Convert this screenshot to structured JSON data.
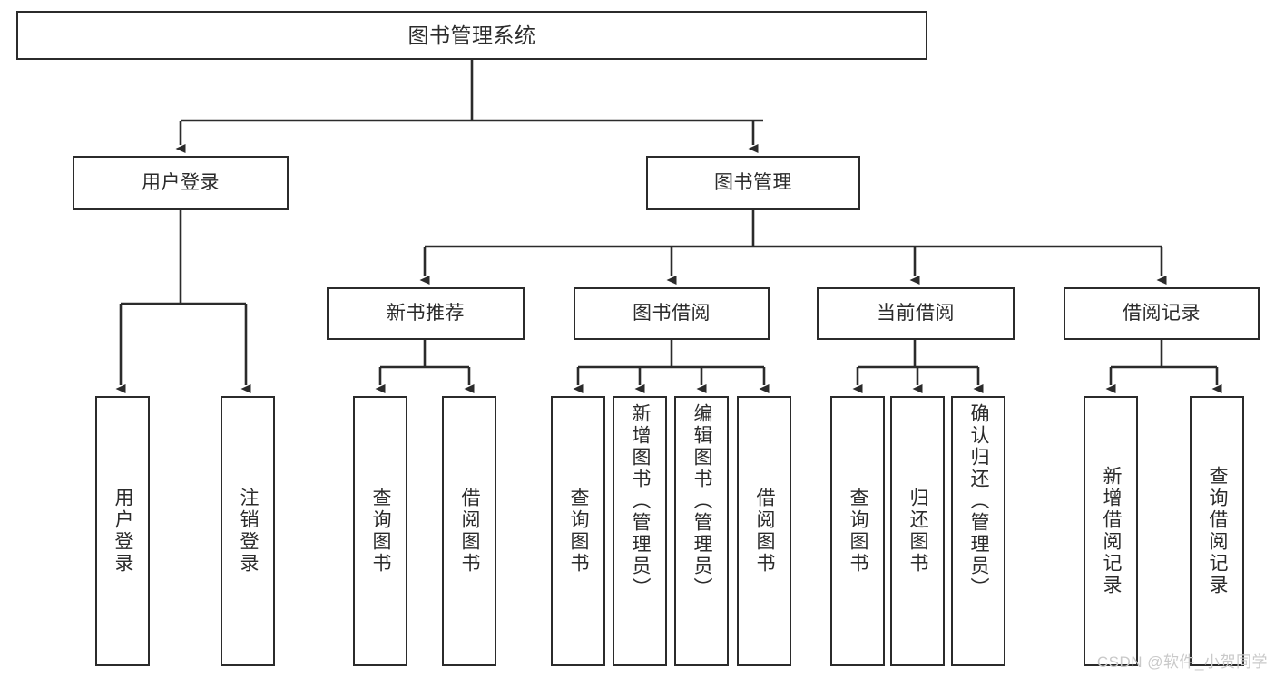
{
  "diagram": {
    "title": "图书管理系统",
    "watermark": "CSDN @软件_小贺同学",
    "colors": {
      "stroke": "#2b2b2b",
      "fill": "#ffffff",
      "text": "#2b2b2b",
      "watermark": "#c9c9c9",
      "background": "#ffffff"
    },
    "root": {
      "label": "图书管理系统"
    },
    "level1": [
      {
        "label": "用户登录"
      },
      {
        "label": "图书管理"
      }
    ],
    "level2": [
      {
        "label": "新书推荐"
      },
      {
        "label": "图书借阅"
      },
      {
        "label": "当前借阅"
      },
      {
        "label": "借阅记录"
      }
    ],
    "leaves": {
      "user_login": [
        {
          "label": "用户登录"
        },
        {
          "label": "注销登录"
        }
      ],
      "new_book_rec": [
        {
          "label": "查询图书"
        },
        {
          "label": "借阅图书"
        }
      ],
      "book_borrow": [
        {
          "label": "查询图书"
        },
        {
          "label": "新增图书（管理员）"
        },
        {
          "label": "编辑图书（管理员）"
        },
        {
          "label": "借阅图书"
        }
      ],
      "current_loan": [
        {
          "label": "查询图书"
        },
        {
          "label": "归还图书"
        },
        {
          "label": "确认归还（管理员）"
        }
      ],
      "loan_record": [
        {
          "label": "新增借阅记录"
        },
        {
          "label": "查询借阅记录"
        }
      ]
    }
  }
}
